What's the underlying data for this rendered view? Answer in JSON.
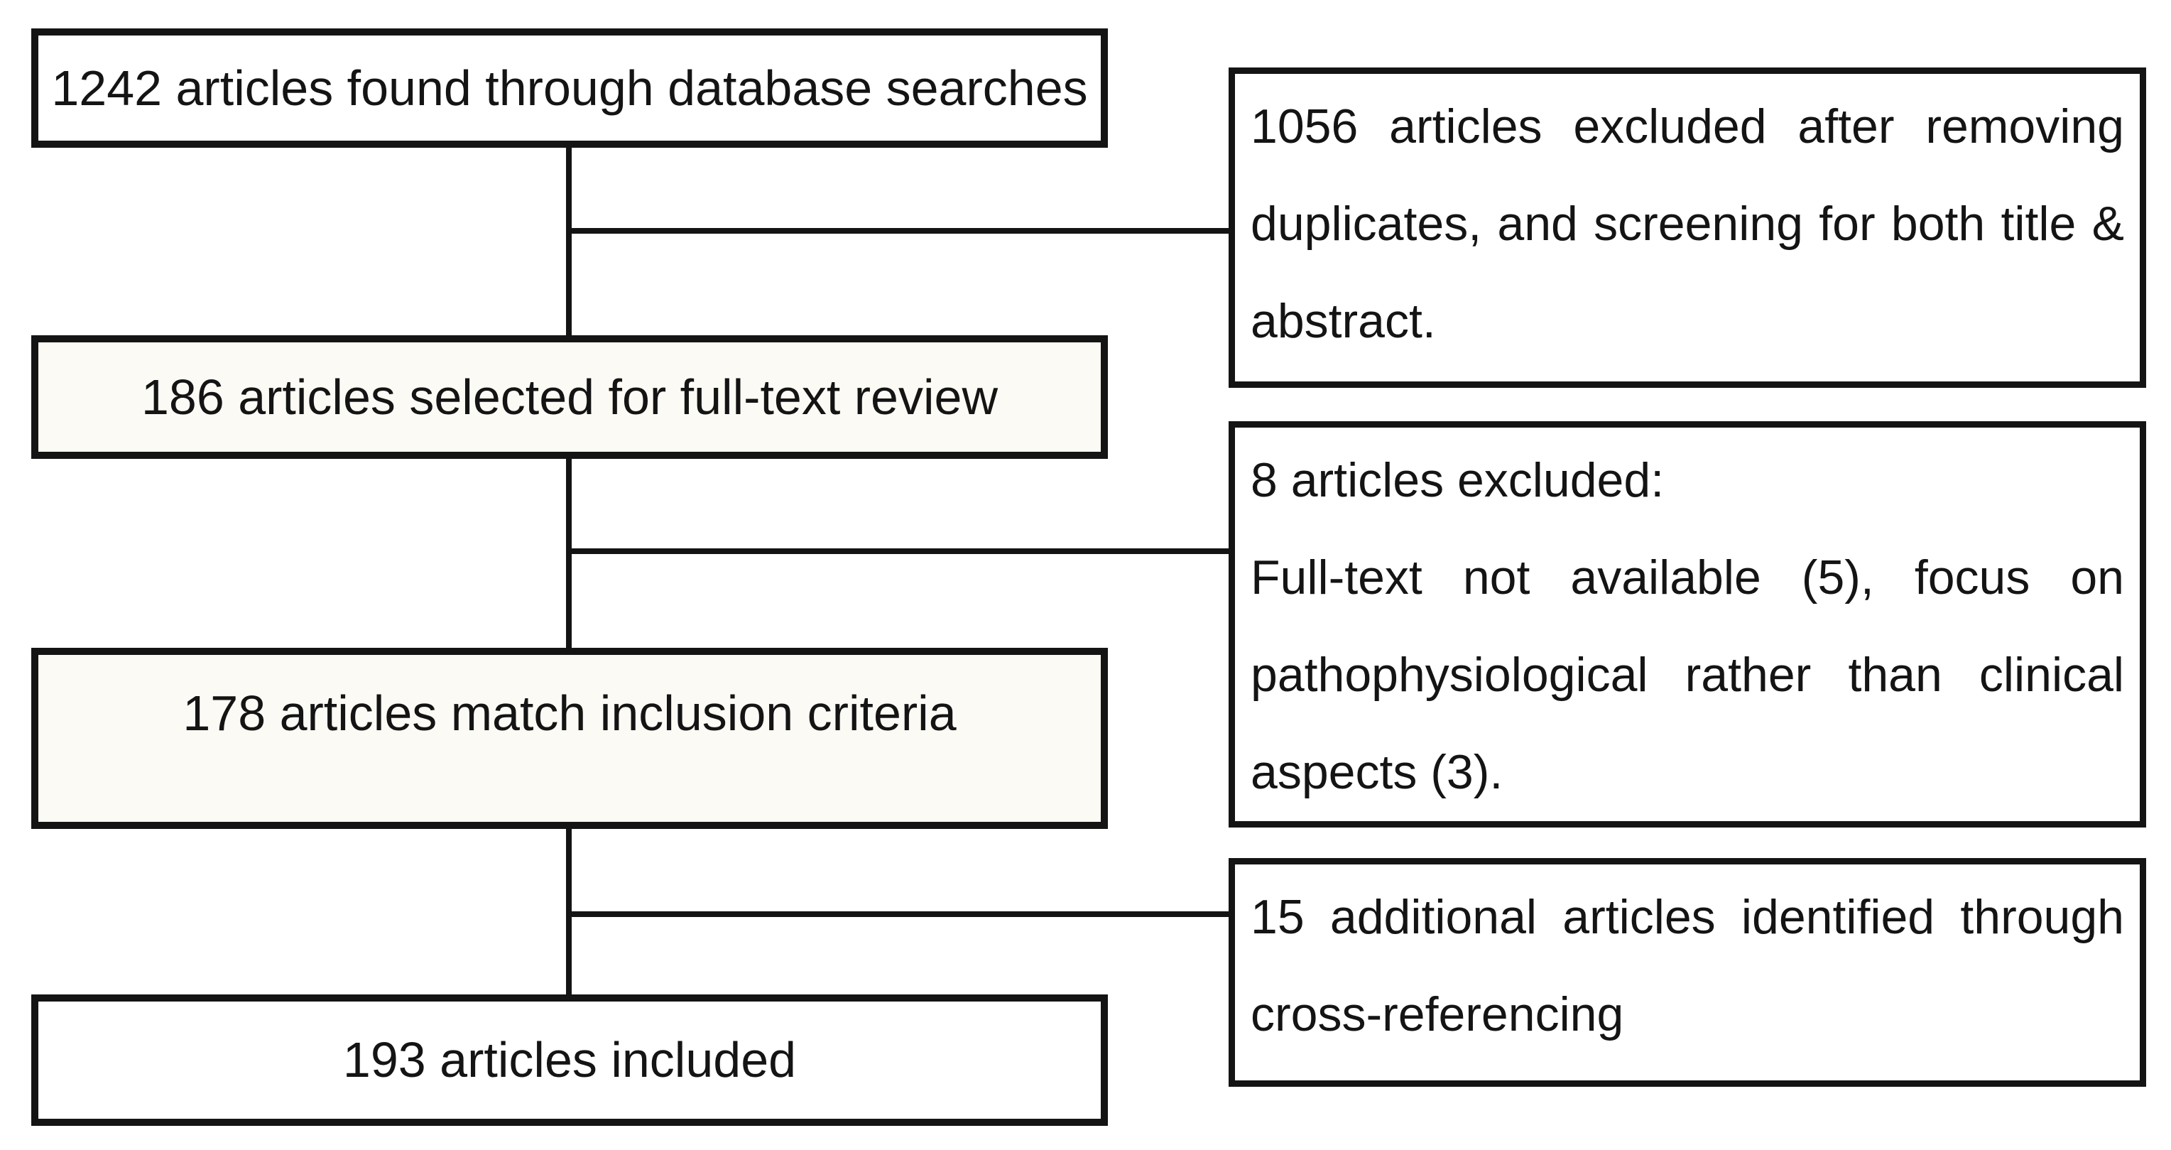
{
  "diagram": {
    "type": "flowchart",
    "colors": {
      "line": "#141414",
      "text": "#141414",
      "box_background": "#ffffff",
      "box_background_tinted": "#fcfaf5"
    },
    "flow_boxes": [
      {
        "id": "database-search",
        "text": "1242 articles found through database searches"
      },
      {
        "id": "full-text-review",
        "text": "186 articles selected for full-text review"
      },
      {
        "id": "inclusion-criteria",
        "text": "178 articles match inclusion criteria"
      },
      {
        "id": "included",
        "text": "193 articles included"
      }
    ],
    "side_boxes": [
      {
        "id": "excluded-screening",
        "paragraphs": [
          "1056 articles excluded after removing duplicates, and screening for both title & abstract."
        ]
      },
      {
        "id": "excluded-full-text",
        "paragraphs": [
          "8 articles excluded:",
          "Full-text not available (5), focus on pathophysiological rather than clinical aspects (3)."
        ]
      },
      {
        "id": "cross-referencing",
        "paragraphs": [
          "15 additional articles identified through cross-referencing"
        ]
      }
    ]
  }
}
